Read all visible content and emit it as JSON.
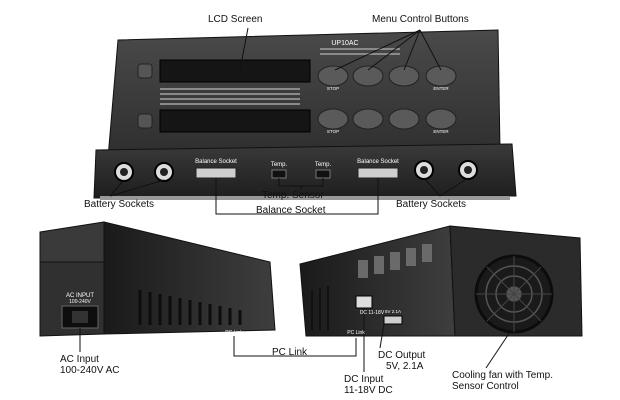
{
  "labels": {
    "lcd_screen": "LCD Screen",
    "menu_control_buttons": "Menu Control Buttons",
    "battery_sockets_left": "Battery Sockets",
    "battery_sockets_right": "Battery Sockets",
    "temp_sensor": "Temp. Sensor",
    "balance_socket": "Balance Socket",
    "pc_link": "PC Link",
    "ac_input_line1": "AC Input",
    "ac_input_line2": "100-240V AC",
    "dc_input_line1": "DC Input",
    "dc_input_line2": "11-18V DC",
    "dc_output_line1": "DC Output",
    "dc_output_line2": "5V, 2.1A",
    "cooling_fan_line1": "Cooling fan with Temp.",
    "cooling_fan_line2": "Sensor Control"
  },
  "device_print": {
    "balance_socket_1": "Balance Socket",
    "temp_1": "Temp.",
    "temp_2": "Temp.",
    "balance_socket_2": "Balance Socket",
    "ac_input": "AC INPUT",
    "ac_voltage": "100-240V",
    "pc_link_side_left": "PC Link",
    "pc_link_side_right": "PC Link",
    "dc_rating": "DC  11-18V",
    "usb_rating": "5V  2.1A",
    "model": "UP10AC",
    "stop_left": "STOP",
    "enter_left": "ENTER",
    "stop_right": "STOP",
    "enter_right": "ENTER"
  },
  "colors": {
    "device_body": "#2a2a2a",
    "device_face": "#3b3b3b",
    "screen": "#151515",
    "line": "#111111"
  }
}
